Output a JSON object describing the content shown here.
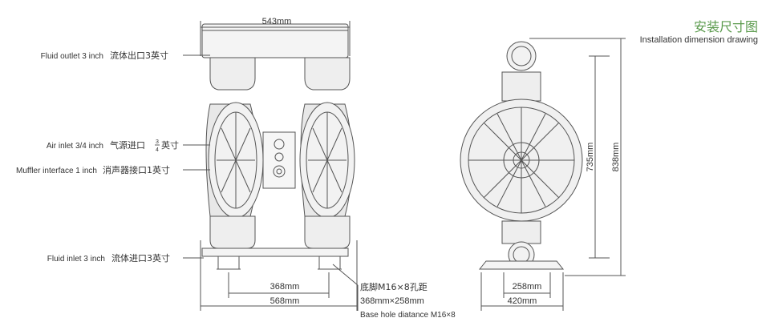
{
  "heading": {
    "title_cn": "安装尺寸图",
    "title_en": "Installation dimension drawing"
  },
  "callouts": {
    "fluid_outlet": {
      "en": "Fluid outlet 3 inch",
      "cn": "流体出口3英寸"
    },
    "air_inlet": {
      "en": "Air inlet 3/4 inch",
      "cn_pre": "气源进口",
      "frac_num": "3",
      "frac_den": "4",
      "cn_post": "英寸"
    },
    "muffler": {
      "en": "Muffler interface 1 inch",
      "cn": "消声器接口1英寸"
    },
    "fluid_inlet": {
      "en": "Fluid inlet 3 inch",
      "cn": "流体进口3英寸"
    }
  },
  "dimensions": {
    "top_width": "543mm",
    "foot_spacing": "368mm",
    "base_width": "568mm",
    "height_inner": "735mm",
    "height_total": "838mm",
    "side_foot_spacing": "258mm",
    "side_base_width": "420mm"
  },
  "base_hole": {
    "cn": "底脚M16×8孔距",
    "size": "368mm×258mm",
    "en": "Base hole diatance M16×8"
  }
}
